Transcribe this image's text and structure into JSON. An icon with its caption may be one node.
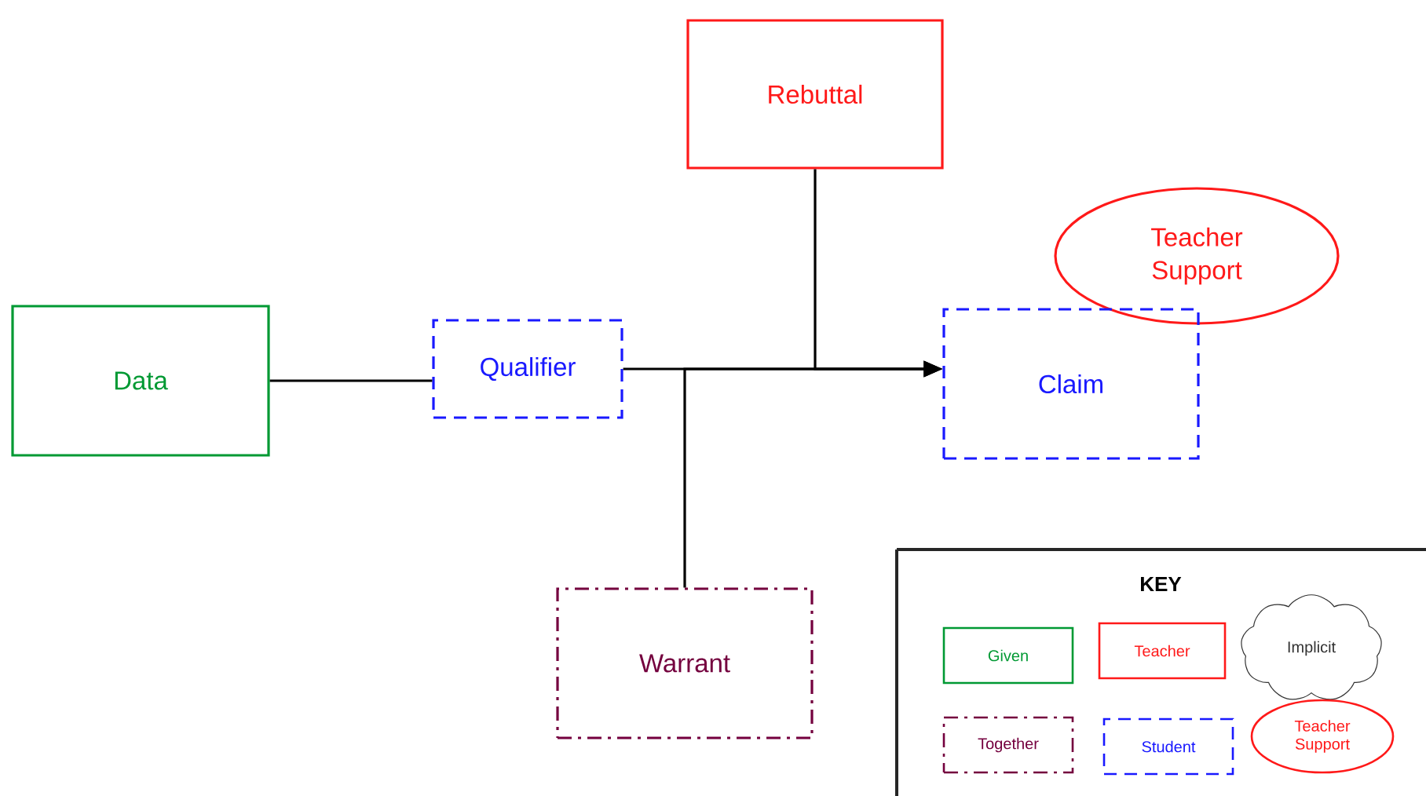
{
  "diagram": {
    "nodes": [
      {
        "text": [
          "Data"
        ]
      },
      {
        "text": [
          "Qualifier"
        ]
      },
      {
        "text": [
          "Rebuttal"
        ]
      },
      {
        "text": [
          "Teacher Support"
        ]
      },
      {
        "text": [
          "Claim"
        ]
      },
      {
        "text": [
          "Warrant"
        ]
      }
    ],
    "edges": [
      {
        "from": 0,
        "to": 1,
        "arrow": "none"
      },
      {
        "from": 1,
        "to": 4,
        "arrow": "to"
      },
      {
        "from": 2,
        "to": 4,
        "arrow": "to"
      },
      {
        "from": 5,
        "to": 4,
        "arrow": "to"
      }
    ],
    "labels": [
      "KEY"
    ],
    "legend": [
      {
        "text": "Given"
      },
      {
        "text": "Teacher"
      },
      {
        "text": "Implicit"
      },
      {
        "text": "Together"
      },
      {
        "text": "Student"
      },
      {
        "text": "Teacher Support"
      }
    ]
  }
}
